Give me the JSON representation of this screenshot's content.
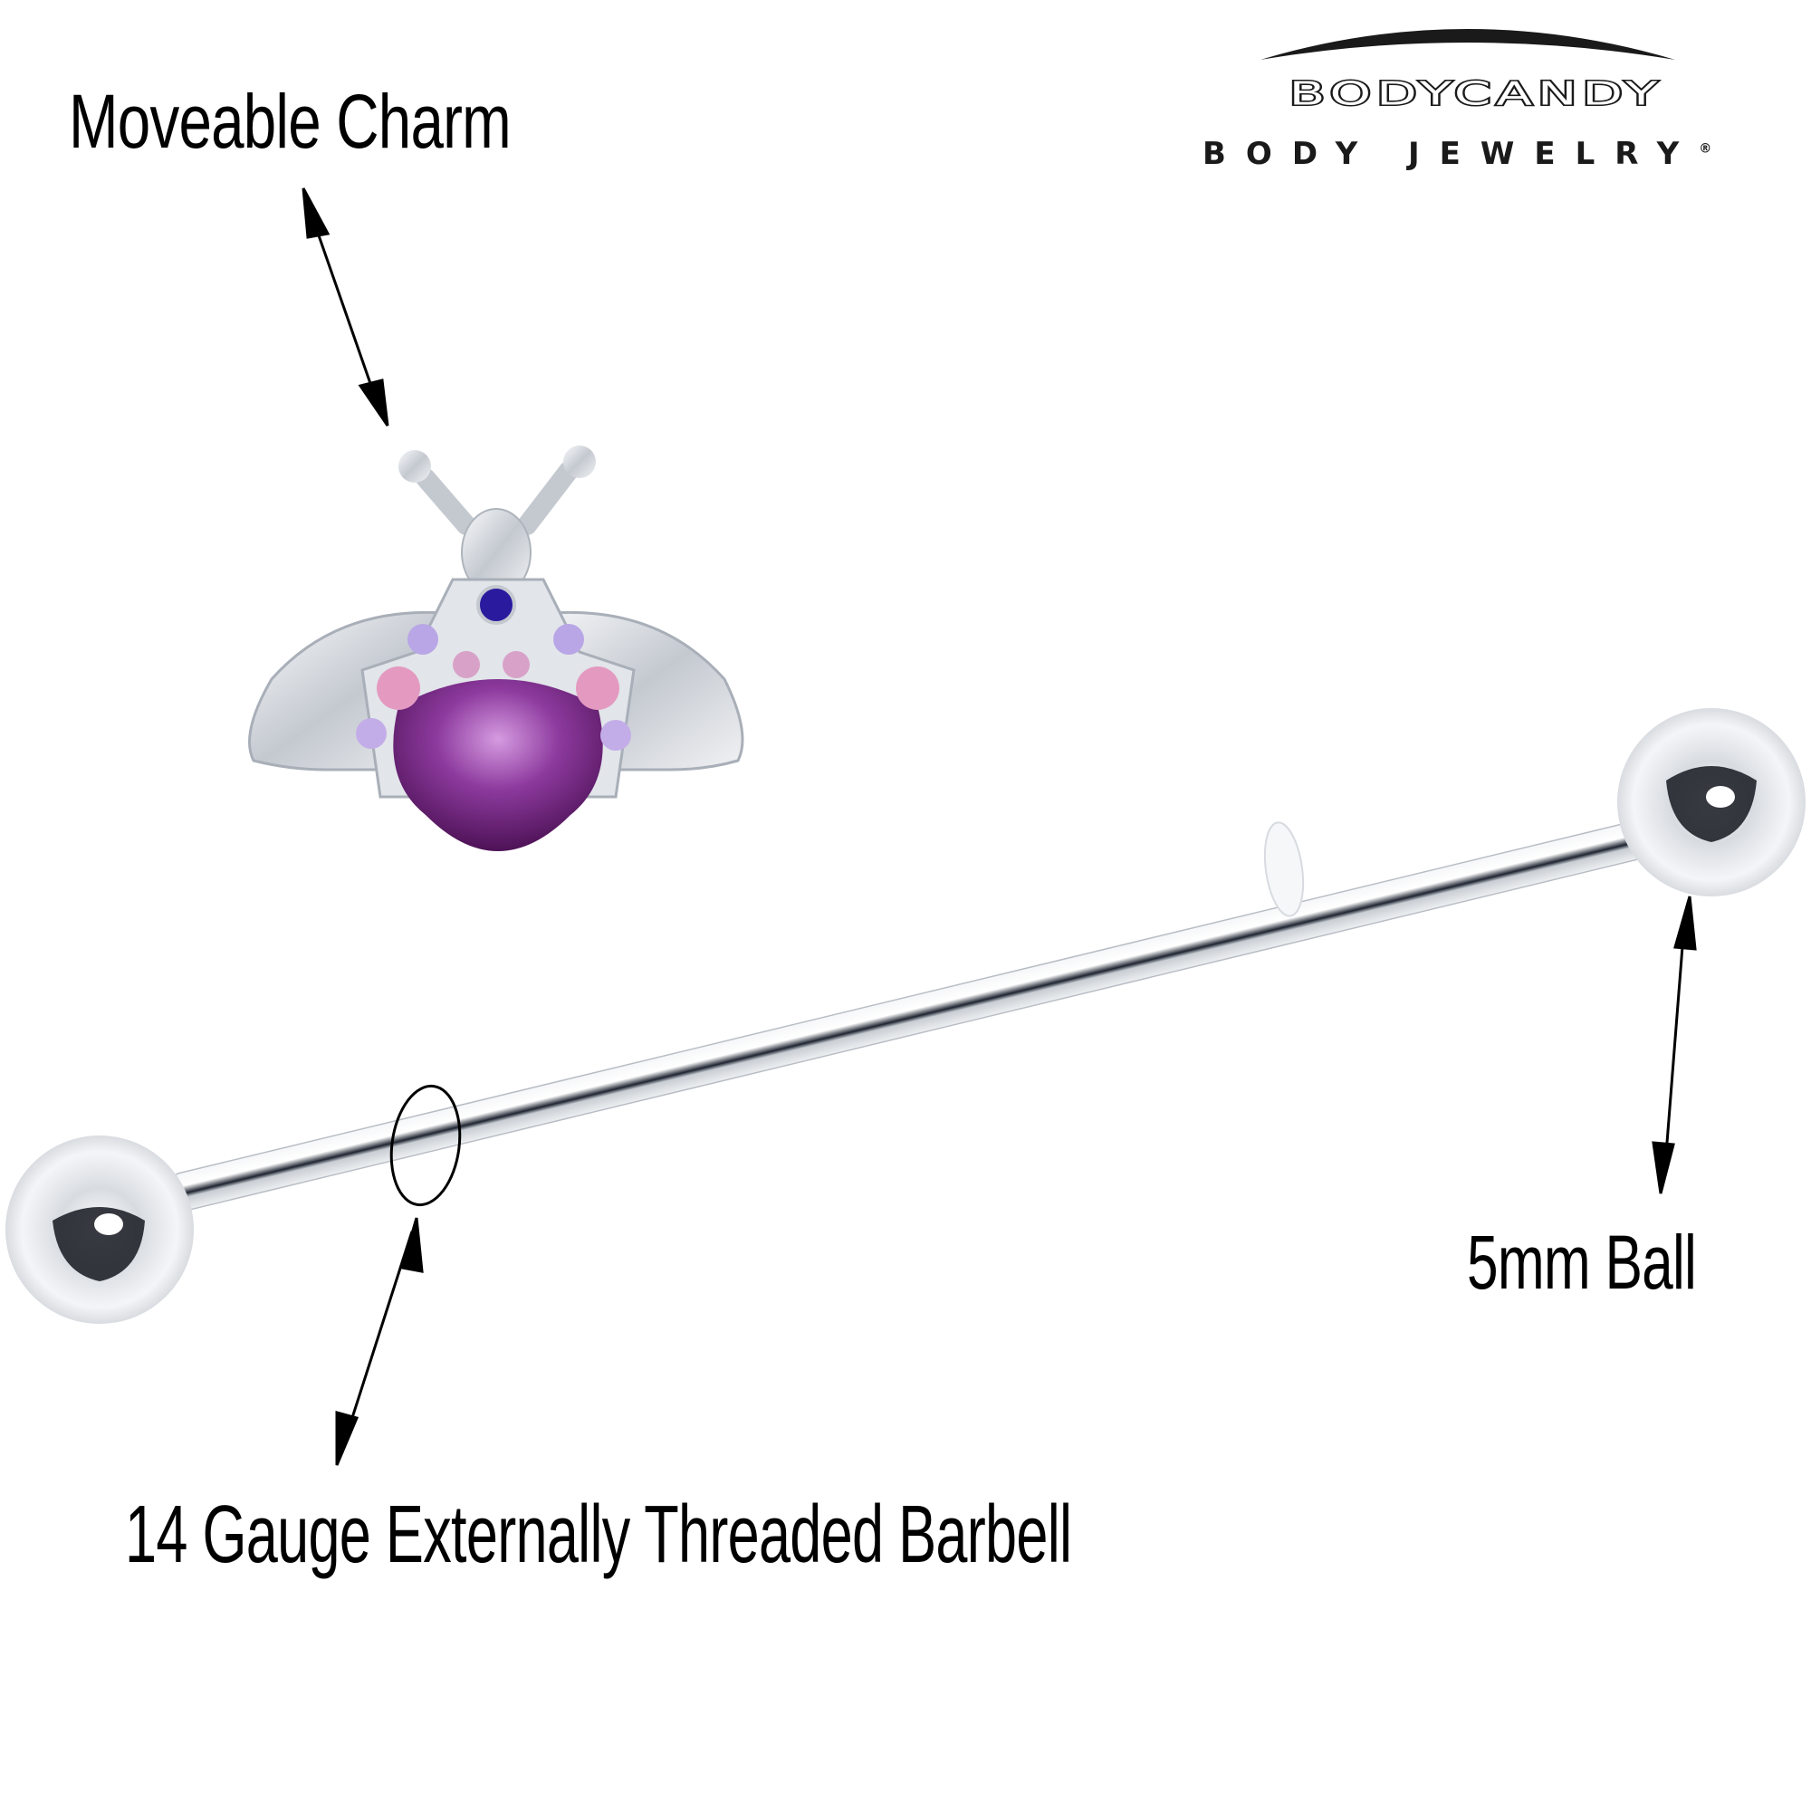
{
  "brand": {
    "name": "BODYCANDY",
    "tagline": "BODY JEWELRY",
    "registered_mark": "®",
    "logo_color": "#1a1a1a"
  },
  "callouts": {
    "charm": "Moveable Charm",
    "ball": "5mm Ball",
    "barbell": "14 Gauge Externally Threaded Barbell"
  },
  "product": {
    "charm": {
      "shape": "firefly-bug",
      "metal_color": "#d9dde2",
      "center_gem_color": "#2a1a9e",
      "small_gem_colors": [
        "#b9a6e6",
        "#e49ac0",
        "#c89ad8"
      ],
      "body_color": "#7a2a8a"
    },
    "barbell": {
      "metal_color": "#e6e8eb",
      "ball_color": "#dfe2e6",
      "o_ring_color": "#f4f6f7"
    }
  },
  "arrow_color": "#000000"
}
